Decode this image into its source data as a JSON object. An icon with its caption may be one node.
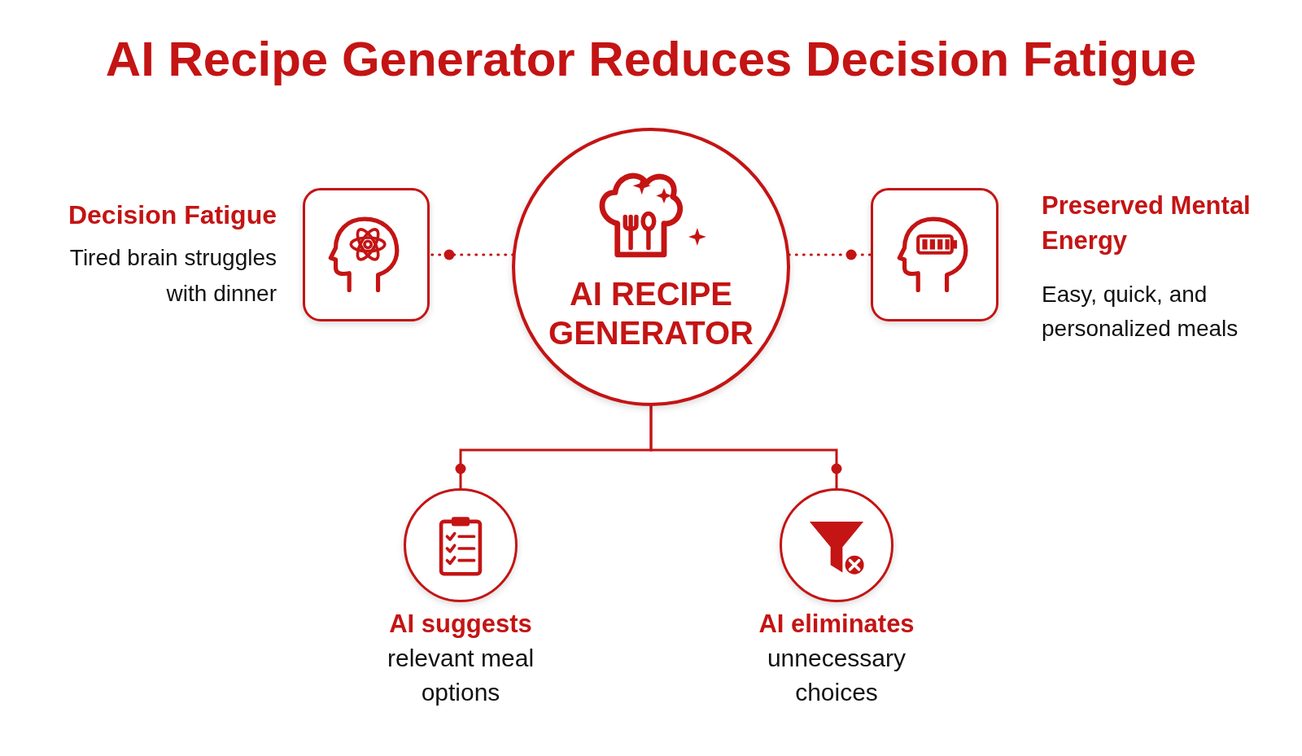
{
  "diagram": {
    "title": "AI Recipe Generator Reduces Decision Fatigue",
    "nodes": [
      {
        "text": [
          "Decision Fatigue",
          "Tired brain struggles with dinner"
        ]
      },
      {
        "text": [
          "AI RECIPE GENERATOR"
        ]
      },
      {
        "text": [
          "Preserved Mental Energy",
          "Easy, quick, and personalized meals"
        ]
      },
      {
        "text": [
          "AI suggests",
          "relevant meal options"
        ]
      },
      {
        "text": [
          "AI eliminates",
          "unnecessary choices"
        ]
      }
    ],
    "edges": [
      {
        "from": 1,
        "to": 0,
        "arrow": "other",
        "style": "dashed"
      },
      {
        "from": 1,
        "to": 2,
        "arrow": "other",
        "style": "dashed"
      },
      {
        "from": 1,
        "to": 3,
        "arrow": "other"
      },
      {
        "from": 1,
        "to": 4,
        "arrow": "other"
      }
    ]
  }
}
